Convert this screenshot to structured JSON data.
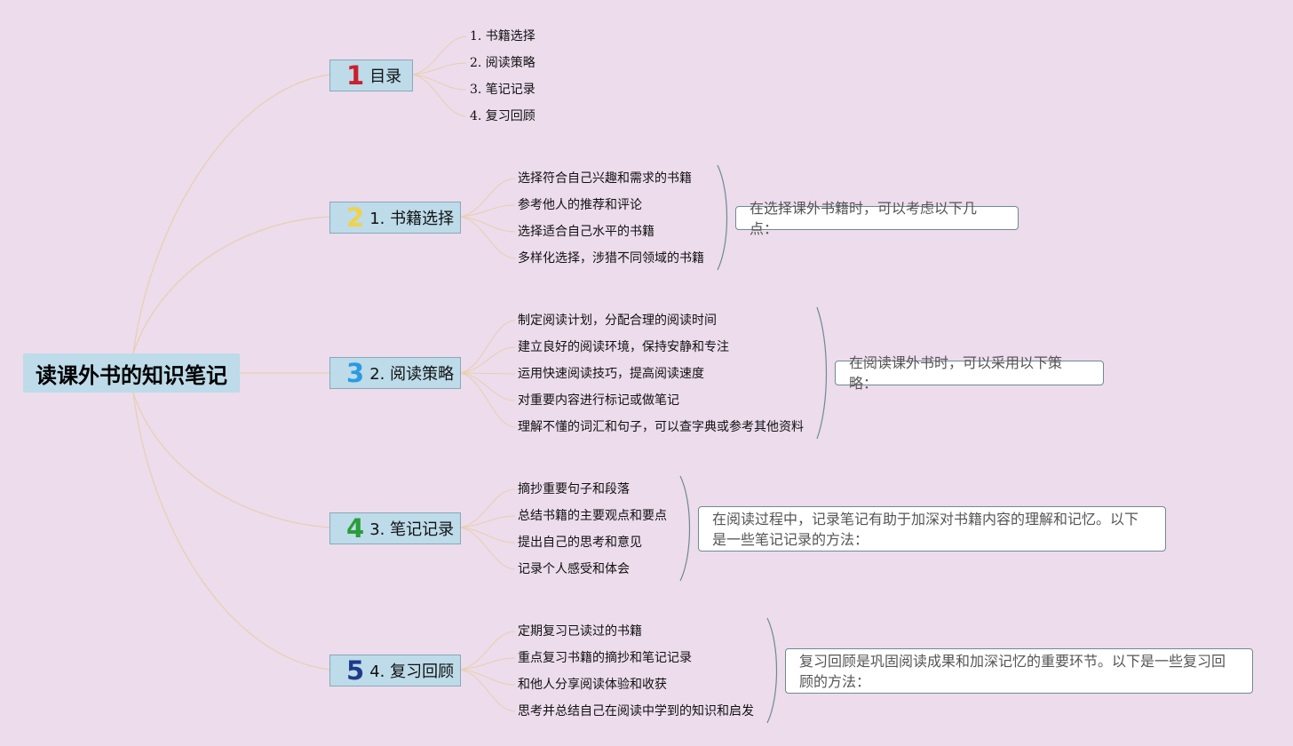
{
  "root": {
    "title": "读课外书的知识笔记"
  },
  "branches": [
    {
      "number": "1",
      "number_color": "#cc1f2c",
      "label": "目录",
      "items": [
        "1. 书籍选择",
        "2. 阅读策略",
        "3. 笔记记录",
        "4. 复习回顾"
      ],
      "note": ""
    },
    {
      "number": "2",
      "number_color": "#f0d24a",
      "label": "1. 书籍选择",
      "items": [
        "选择符合自己兴趣和需求的书籍",
        "参考他人的推荐和评论",
        "选择适合自己水平的书籍",
        "多样化选择，涉猎不同领域的书籍"
      ],
      "note": "在选择课外书籍时，可以考虑以下几点："
    },
    {
      "number": "3",
      "number_color": "#2a9be0",
      "label": "2. 阅读策略",
      "items": [
        "制定阅读计划，分配合理的阅读时间",
        "建立良好的阅读环境，保持安静和专注",
        "运用快速阅读技巧，提高阅读速度",
        "对重要内容进行标记或做笔记",
        "理解不懂的词汇和句子，可以查字典或参考其他资料"
      ],
      "note": "在阅读课外书时，可以采用以下策略："
    },
    {
      "number": "4",
      "number_color": "#2a9d3a",
      "label": "3. 笔记记录",
      "items": [
        "摘抄重要句子和段落",
        "总结书籍的主要观点和要点",
        "提出自己的思考和意见",
        "记录个人感受和体会"
      ],
      "note": "在阅读过程中，记录笔记有助于加深对书籍内容的理解和记忆。以下是一些笔记记录的方法："
    },
    {
      "number": "5",
      "number_color": "#1f3a8a",
      "label": "4. 复习回顾",
      "items": [
        "定期复习已读过的书籍",
        "重点复习书籍的摘抄和笔记记录",
        "和他人分享阅读体验和收获",
        "思考并总结自己在阅读中学到的知识和启发"
      ],
      "note": "复习回顾是巩固阅读成果和加深记忆的重要环节。以下是一些复习回顾的方法："
    }
  ]
}
